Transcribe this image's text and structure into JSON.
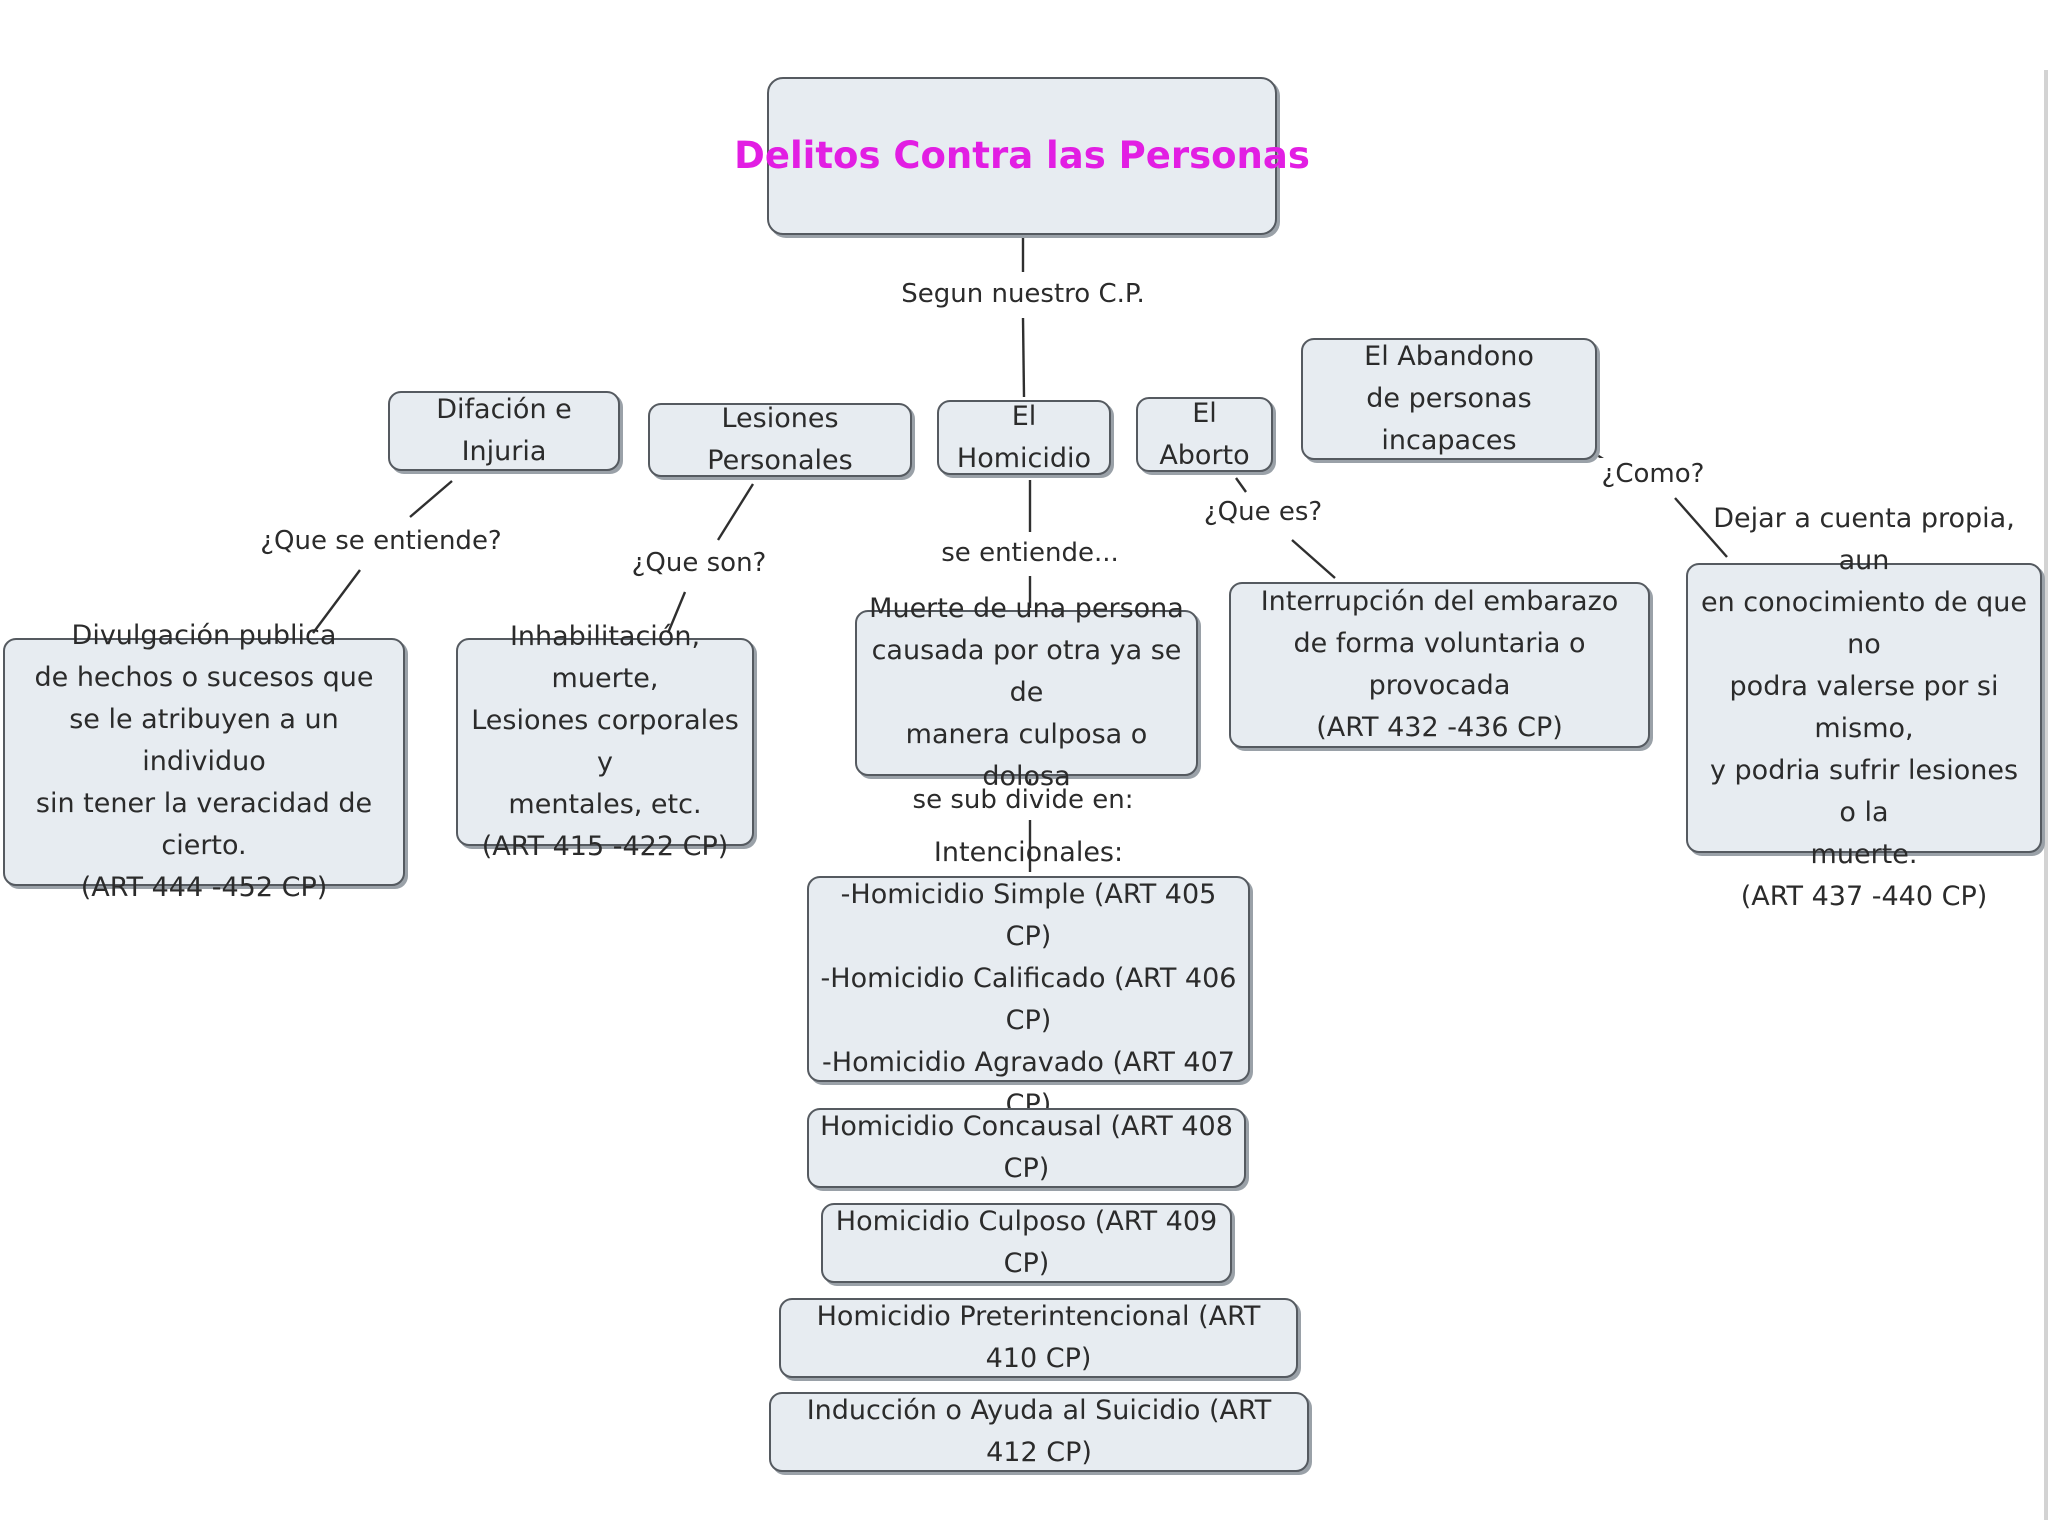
{
  "root": {
    "title": "Delitos Contra las Personas",
    "title_color": "#e21ee3"
  },
  "root_link_label": "Segun nuestro C.P.",
  "categories": {
    "difamacion": "Difación e Injuria",
    "lesiones": "Lesiones Personales",
    "homicidio": "El Homicidio",
    "aborto": "El Aborto",
    "abandono": "El Abandono\nde personas incapaces"
  },
  "link_labels": {
    "difamacion": "¿Que se entiende?",
    "lesiones": "¿Que son?",
    "homicidio": "se entiende...",
    "aborto": "¿Que es?",
    "abandono": "¿Como?",
    "subdivide": "se sub divide en:"
  },
  "definitions": {
    "difamacion": "Divulgación publica\nde hechos o sucesos que\nse le atribuyen a un individuo\nsin tener la veracidad de cierto.\n(ART 444 -452 CP)",
    "lesiones": "Inhabilitación, muerte,\nLesiones corporales y\nmentales, etc.\n(ART 415 -422 CP)",
    "homicidio": "Muerte de una persona\ncausada por otra ya se de\nmanera culposa o dolosa",
    "aborto": "Interrupción del embarazo\nde forma voluntaria o provocada\n(ART 432 -436 CP)",
    "abandono": "Dejar a cuenta propia, aun\nen conocimiento de que no\npodra valerse por si mismo,\ny podria sufrir lesiones o la\nmuerte.\n(ART 437 -440 CP)"
  },
  "homicidio_types": [
    "Intencionales:\n-Homicidio Simple (ART 405 CP)\n-Homicidio Calificado (ART 406 CP)\n-Homicidio Agravado (ART 407 CP)",
    "Homicidio Concausal (ART 408 CP)",
    "Homicidio Culposo (ART 409 CP)",
    "Homicidio Preterintencional (ART 410 CP)",
    "Inducción o Ayuda al Suicidio (ART 412 CP)"
  ]
}
